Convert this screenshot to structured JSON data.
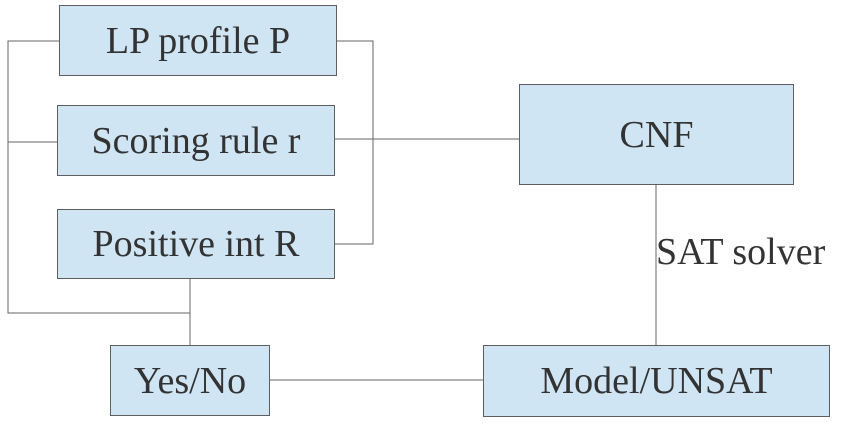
{
  "diagram": {
    "nodes": {
      "lp_profile": "LP profile P",
      "scoring_rule": "Scoring rule r",
      "positive_int": "Positive int R",
      "yes_no": "Yes/No",
      "cnf": "CNF",
      "model_unsat": "Model/UNSAT"
    },
    "edge_labels": {
      "sat_solver": "SAT solver"
    },
    "colors": {
      "box_fill": "#cfe5f3",
      "box_border": "#5e5e5e",
      "line": "#666666",
      "text": "#333333"
    }
  }
}
